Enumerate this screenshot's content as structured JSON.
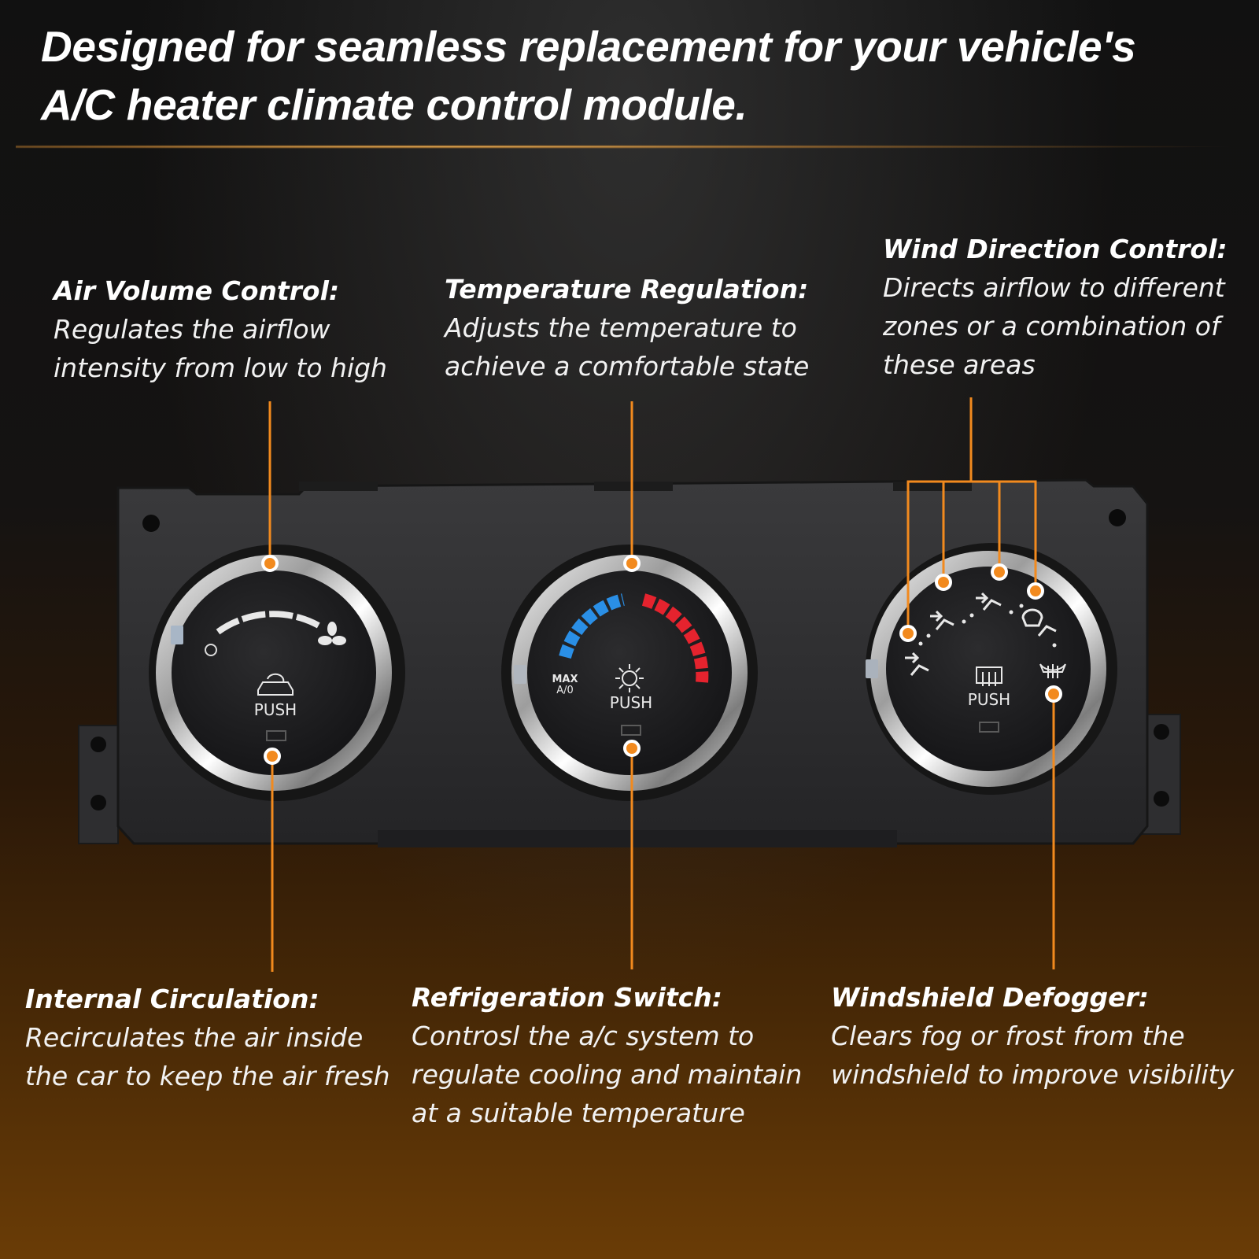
{
  "headline": {
    "line1": "Designed for seamless replacement for your vehicle's",
    "line2": "A/C heater climate control module."
  },
  "callouts": {
    "air_volume": {
      "title": "Air Volume Control:",
      "body": "Regulates the airflow\nintensity from low to high"
    },
    "temperature": {
      "title": "Temperature Regulation:",
      "body": "Adjusts the temperature to\nachieve a comfortable state"
    },
    "wind_direction": {
      "title": "Wind Direction Control:",
      "body": "Directs airflow to different\nzones or a combination of\nthese areas"
    },
    "internal_circulation": {
      "title": "Internal Circulation:",
      "body": "Recirculates the air inside\nthe car to keep the air fresh"
    },
    "refrigeration": {
      "title": "Refrigeration Switch:",
      "body": "Controsl the a/c system to\nregulate cooling and maintain\nat a suitable temperature"
    },
    "defogger": {
      "title": "Windshield Defogger:",
      "body": "Clears fog or frost from the\nwindshield to improve visibility"
    }
  },
  "knobs": {
    "left": {
      "push": "PUSH"
    },
    "center": {
      "push": "PUSH",
      "max_line1": "MAX",
      "max_line2": "A/0"
    },
    "right": {
      "push": "PUSH"
    }
  },
  "colors": {
    "accent": "#f28a1e",
    "cold": "#2a8fe6",
    "hot": "#e5232e",
    "panel": "#2c2c2e"
  },
  "icons": {
    "fan": "fan-icon",
    "recirculation": "recirculation-car-icon",
    "ac": "snowflake-sun-icon",
    "rear_defrost": "rear-defrost-icon",
    "front_defrost": "windshield-defrost-icon",
    "vent_modes": "airflow-direction-icons"
  }
}
